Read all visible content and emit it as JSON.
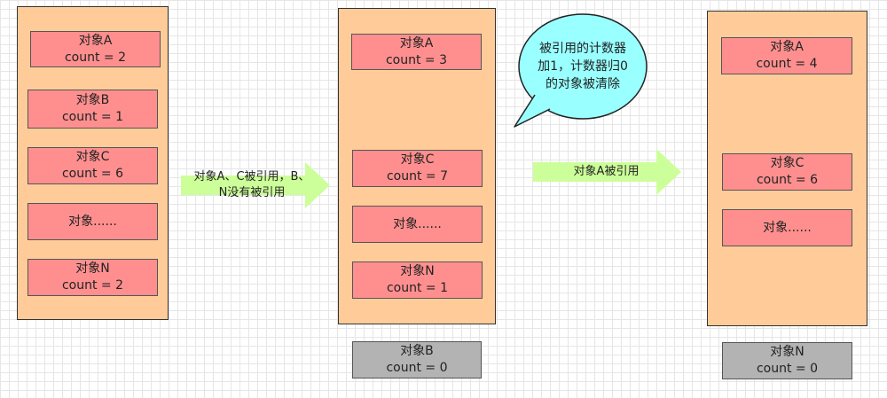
{
  "stage1": {
    "boxes": [
      {
        "name": "对象A",
        "count": "count = 2"
      },
      {
        "name": "对象B",
        "count": "count = 1"
      },
      {
        "name": "对象C",
        "count": "count = 6"
      },
      {
        "name": "对象......",
        "count": ""
      },
      {
        "name": "对象N",
        "count": "count = 2"
      }
    ]
  },
  "arrow1": {
    "line1": "对象A、C被引用，B、",
    "line2": "N没有被引用"
  },
  "stage2": {
    "boxes": [
      {
        "name": "对象A",
        "count": "count = 3"
      },
      {
        "name": "对象C",
        "count": "count = 7"
      },
      {
        "name": "对象......",
        "count": ""
      },
      {
        "name": "对象N",
        "count": "count = 1"
      }
    ],
    "removed": {
      "name": "对象B",
      "count": "count = 0"
    }
  },
  "bubble": {
    "line1": "被引用的计数器",
    "line2": "加1，计数器归0",
    "line3": "的对象被清除"
  },
  "arrow2": {
    "label": "对象A被引用"
  },
  "stage3": {
    "boxes": [
      {
        "name": "对象A",
        "count": "count = 4"
      },
      {
        "name": "对象C",
        "count": "count = 6"
      },
      {
        "name": "对象......",
        "count": ""
      }
    ],
    "removed": {
      "name": "对象N",
      "count": "count = 0"
    }
  },
  "colors": {
    "container": "#ffcc99",
    "object": "#ff8f8f",
    "removed": "#b3b3b3",
    "arrow": "#ccff99",
    "bubble": "#99ffff"
  }
}
